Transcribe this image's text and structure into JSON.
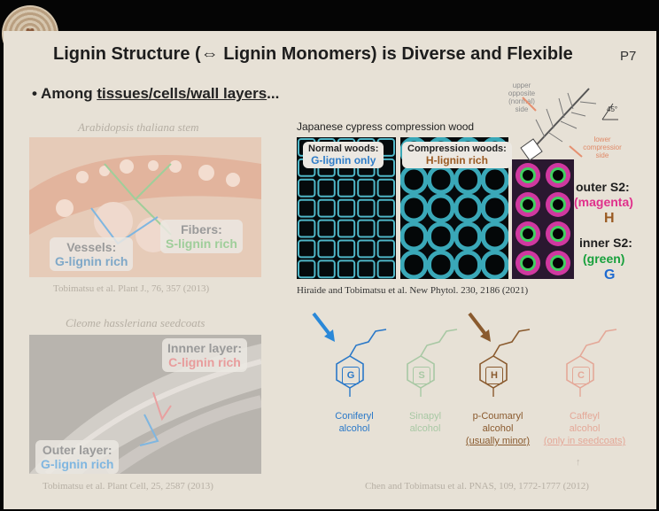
{
  "title": "Lignin Structure (⇔ Lignin Monomers) is Diverse and Flexible",
  "page_number": "P7",
  "bullet": {
    "prefix": "• Among ",
    "underlined": "tissues/cells/wall layers",
    "suffix": "..."
  },
  "arabidopsis": {
    "caption": "Arabidopsis thaliana stem",
    "vessels_line1": "Vessels:",
    "vessels_line2": "G-lignin rich",
    "fibers_line1": "Fibers:",
    "fibers_line2": "S-lignin rich",
    "reference": "Tobimatsu et al. Plant J., 76, 357 (2013)"
  },
  "cleome": {
    "caption": "Cleome hassleriana seedcoats",
    "inner_line1": "Innner layer:",
    "inner_line2": "C-lignin rich",
    "outer_line1": "Outer layer:",
    "outer_line2": "G-lignin rich",
    "reference": "Tobimatsu et al. Plant Cell, 25, 2587 (2013)"
  },
  "cypress": {
    "caption": "Japanese cypress compression wood",
    "normal_line1": "Normal woods:",
    "normal_line2": "G-lignin only",
    "compression_line1": "Compression woods:",
    "compression_line2": "H-lignin rich",
    "reference": "Hiraide and Tobimatsu et al. New Phytol. 230, 2186 (2021)"
  },
  "tree": {
    "upper": "upper opposite (normal) side",
    "lower": "lower compressior side",
    "angle": "45°"
  },
  "s2": {
    "outer_label": "outer S2:",
    "outer_color": "(magenta)",
    "outer_letter": "H",
    "inner_label": "inner S2:",
    "inner_color": "(green)",
    "inner_letter": "G"
  },
  "monomers": [
    {
      "ring": "G",
      "name1": "Coniferyl",
      "name2": "alcohol",
      "note": "",
      "color": "#2a78c8"
    },
    {
      "ring": "S",
      "name1": "Sinapyl",
      "name2": "alcohol",
      "note": "",
      "color": "#a8c8a4"
    },
    {
      "ring": "H",
      "name1": "p-Coumaryl",
      "name2": "alcohol",
      "note": "(usually minor)",
      "color": "#8a5a2e"
    },
    {
      "ring": "C",
      "name1": "Caffeyl",
      "name2": "alcohol",
      "note": "(only in seedcoats)",
      "color": "#e4a898"
    }
  ],
  "monomer_reference": "Chen and Tobimatsu et al. PNAS, 109, 1772-1777 (2012)",
  "colors": {
    "vessel_blue": "#7fb6e0",
    "fiber_green": "#9fce9a",
    "magenta": "#e0308c",
    "green": "#18a03c",
    "h_brown": "#9a5a22",
    "g_blue": "#1e6ad0"
  }
}
